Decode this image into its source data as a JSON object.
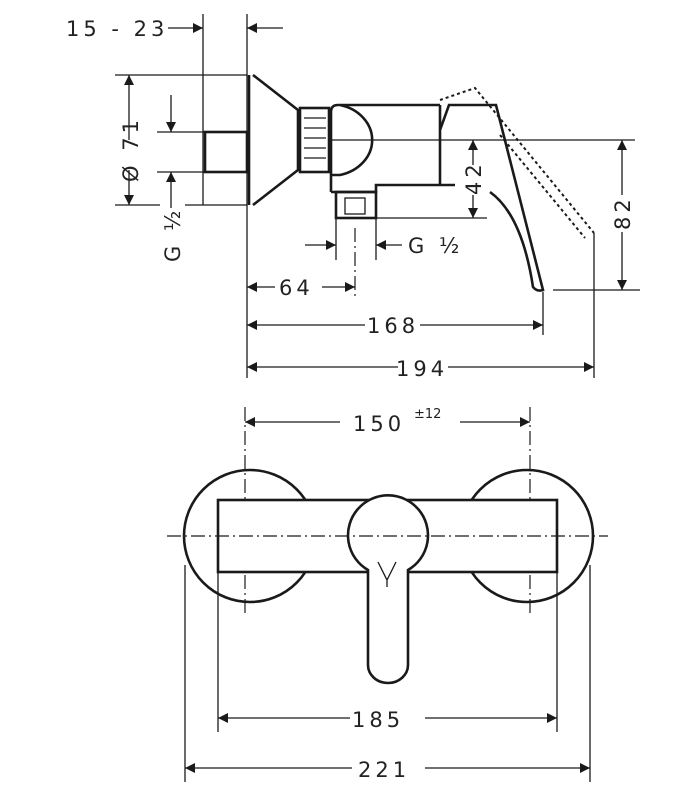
{
  "title": "Shower mixer dimension drawing",
  "side_view": {
    "wall_gap": "15 - 23",
    "rosette_diameter": "Ø 71",
    "inlet_thread": "G ½",
    "height_to_outlet": "42",
    "height_to_handle": "82",
    "outlet_thread": "G ½",
    "outlet_offset": "64",
    "depth_handle": "168",
    "depth_total": "194"
  },
  "top_view": {
    "center_distance": "150",
    "center_tolerance": "±12",
    "body_width": "185",
    "total_width": "221"
  }
}
